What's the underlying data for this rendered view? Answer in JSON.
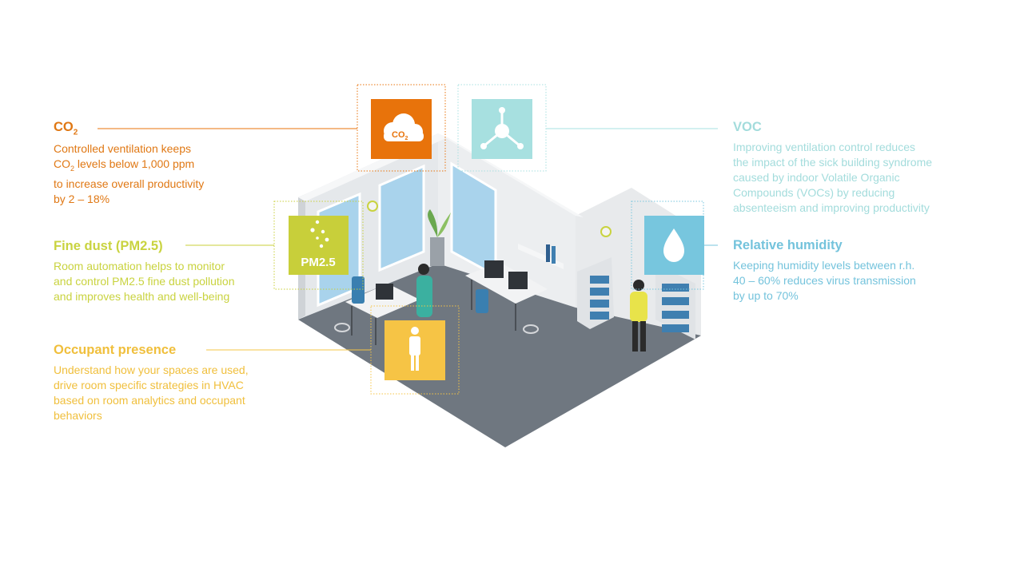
{
  "colors": {
    "co2": "#e8730b",
    "fine_dust": "#c8cf3a",
    "occupant": "#f6c445",
    "voc": "#a7e0e0",
    "humidity": "#77c6de",
    "floor": "#6f7780",
    "wall": "#e4e7ea",
    "window": "#a9d3ec"
  },
  "icons": {
    "co2": "co2-cloud-icon",
    "fine_dust": "particles-icon",
    "occupant": "person-icon",
    "voc": "molecule-icon",
    "humidity": "water-drop-icon"
  },
  "co2": {
    "title_prefix": "CO",
    "title_sub": "2",
    "icon_text": "CO",
    "icon_sub": "2",
    "line1": "Controlled ventilation keeps",
    "line2_pre": "CO",
    "line2_sub": "2",
    "line2_post": " levels below 1,000 ppm",
    "line3": "to increase overall productivity",
    "line4": "by 2 – 18%"
  },
  "fine_dust": {
    "title": "Fine dust (PM2.5)",
    "icon_label": "PM2.5",
    "line1": "Room automation helps to monitor",
    "line2": "and control PM2.5 fine dust pollution",
    "line3": "and improves health and well-being"
  },
  "occupant": {
    "title": "Occupant presence",
    "line1": "Understand how your spaces are used,",
    "line2": "drive room specific strategies in HVAC",
    "line3": "based on room analytics and occupant",
    "line4": "behaviors"
  },
  "voc": {
    "title": "VOC",
    "line1": "Improving ventilation control reduces",
    "line2": "the impact of the sick building syndrome",
    "line3": "caused by indoor Volatile Organic",
    "line4": "Compounds (VOCs) by reducing",
    "line5": "absenteeism and improving productivity"
  },
  "humidity": {
    "title": "Relative humidity",
    "line1": "Keeping humidity levels between r.h.",
    "line2": "40 – 60% reduces virus transmission",
    "line3": "by up to 70%"
  }
}
